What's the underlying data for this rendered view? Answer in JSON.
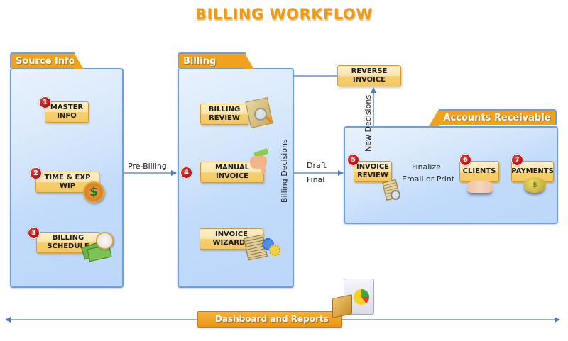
{
  "title": "BILLING WORKFLOW",
  "colors": {
    "accent": "#ee9a12",
    "panel_border": "#6b9fe0",
    "connector": "#4a7cc4",
    "badge": "#c01515"
  },
  "sections": {
    "source_info": {
      "label": "Source Info",
      "steps": [
        {
          "number": "1",
          "label": "MASTER\nINFO",
          "icon": null
        },
        {
          "number": "2",
          "label": "TIME & EXP\nWIP",
          "icon": "clock-dollar-icon"
        },
        {
          "number": "3",
          "label": "BILLING\nSCHEDULE",
          "icon": "money-clock-icon"
        }
      ]
    },
    "billing": {
      "label": "Billing",
      "step_number": "4",
      "steps": [
        {
          "label": "BILLING\nREVIEW",
          "icon": "magnifier-document-icon"
        },
        {
          "label": "MANUAL\nINVOICE",
          "icon": "pointing-hand-icon"
        },
        {
          "label": "INVOICE\nWIZARDS",
          "icon": "invoice-gears-icon"
        }
      ],
      "decisions_label": "Billing Decisions"
    },
    "reverse_invoice": {
      "label": "REVERSE\nINVOICE"
    },
    "accounts_receivable": {
      "label": "Accounts Receivable",
      "steps": [
        {
          "number": "5",
          "label": "INVOICE\nREVIEW",
          "icon": "invoice-magnifier-icon"
        },
        {
          "number": "6",
          "label": "CLIENTS",
          "icon": "handshake-icon"
        },
        {
          "number": "7",
          "label": "PAYMENTS",
          "icon": "piggy-bank-icon"
        }
      ]
    }
  },
  "connectors": {
    "pre_billing": "Pre-Billing",
    "draft": "Draft",
    "final": "Final",
    "new_decisions": "New Decisions",
    "finalize": "Finalize",
    "email_or_print": "Email or Print"
  },
  "dashboard": {
    "label": "Dashboard and Reports",
    "icon": "reports-window-icon"
  }
}
